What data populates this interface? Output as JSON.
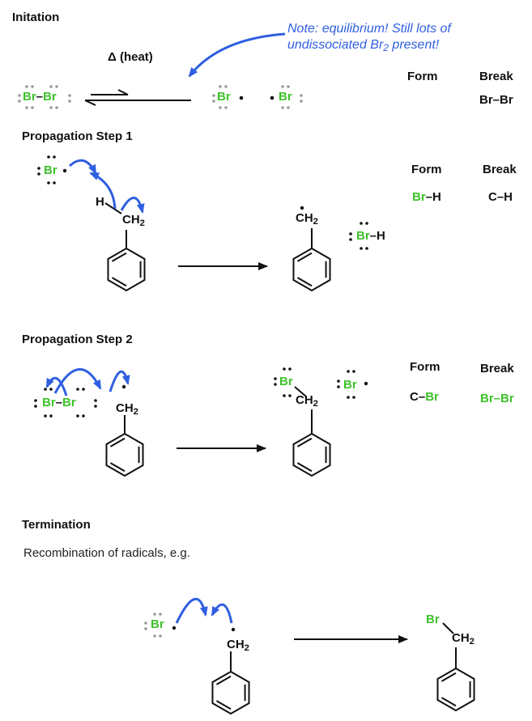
{
  "colors": {
    "bromine": "#3dc22a",
    "arrow": "#2f5fe0",
    "ink": "#111111",
    "dots": "#9a9a9a"
  },
  "sections": {
    "initiation": "Initation",
    "propagation1": "Propagation Step 1",
    "propagation2": "Propagation Step 2",
    "termination": "Termination"
  },
  "note": {
    "line1": "Note: equilibrium! Still lots of",
    "line2_prefix": "undissociated Br",
    "line2_sub": "2",
    "line2_suffix": " present!"
  },
  "heat": "Δ (heat)",
  "recombination": "Recombination of radicals, e.g.",
  "labels": {
    "form": "Form",
    "break": "Break"
  },
  "bond_changes": {
    "initiation": {
      "form": "",
      "break": "Br–Br"
    },
    "prop1": {
      "form_atom": "Br",
      "form_rest": "–H",
      "break": "C–H"
    },
    "prop2": {
      "form_prefix": "C–",
      "form_atom": "Br",
      "break": "Br–Br"
    }
  },
  "atoms": {
    "br": "Br",
    "h": "H",
    "dash": "–",
    "ch": "CH",
    "two": "2",
    "radical_dot": "•"
  }
}
